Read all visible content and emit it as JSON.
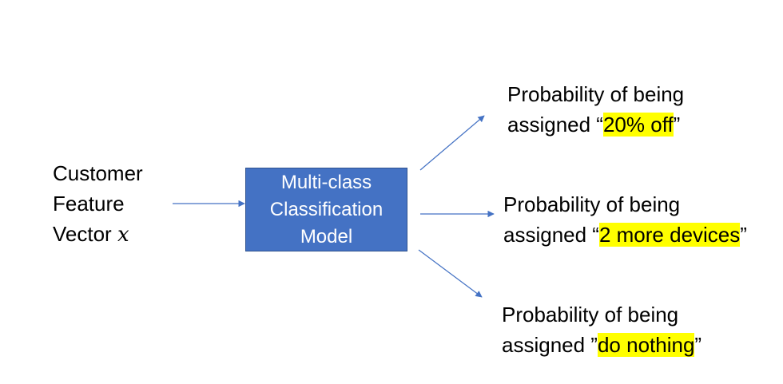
{
  "input": {
    "line1": "Customer",
    "line2": "Feature",
    "line3_prefix": "Vector ",
    "line3_var": "x"
  },
  "model": {
    "line1": "Multi-class",
    "line2": "Classification",
    "line3": "Model",
    "fill_color": "#4472c4",
    "text_color": "#ffffff"
  },
  "outputs": [
    {
      "line1": "Probability of being",
      "prefix": "assigned “",
      "highlight": "20% off",
      "suffix": "”"
    },
    {
      "line1": "Probability of being",
      "prefix": "assigned “",
      "highlight": "2 more devices",
      "suffix": "”"
    },
    {
      "line1": "Probability of being",
      "prefix": "assigned ”",
      "highlight": "do nothing",
      "suffix": "”"
    }
  ],
  "colors": {
    "arrow": "#4472c4",
    "highlight": "#ffff00"
  }
}
